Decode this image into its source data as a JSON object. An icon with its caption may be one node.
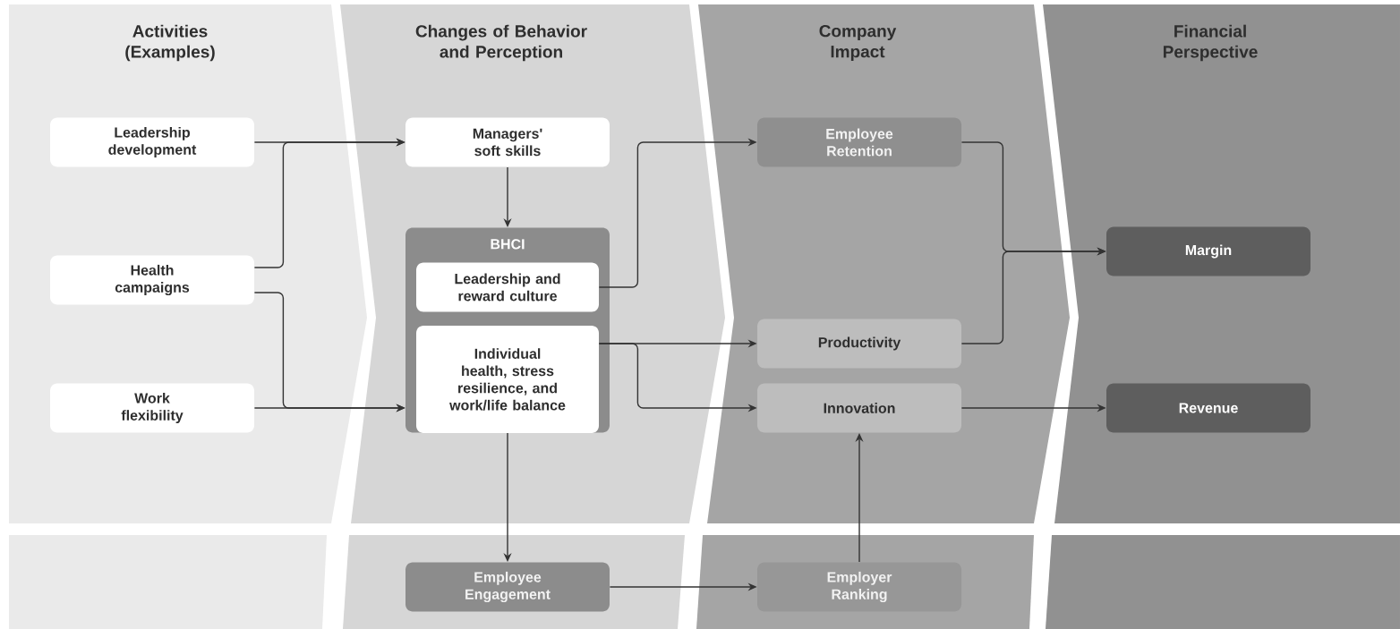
{
  "diagram": {
    "nodes": [
      {
        "text": [
          "Activities (Examples)"
        ]
      },
      {
        "text": [
          "Changes of Behavior and Perception"
        ]
      },
      {
        "text": [
          "Company Impact"
        ]
      },
      {
        "text": [
          "Financial Perspective"
        ]
      },
      {
        "text": [],
        "shape": "band"
      },
      {
        "text": [],
        "shape": "band"
      },
      {
        "text": [],
        "shape": "band"
      },
      {
        "text": [],
        "shape": "band"
      },
      {
        "text": [
          "Leadership development"
        ],
        "in": 0
      },
      {
        "text": [
          "Health campaigns"
        ],
        "in": 0
      },
      {
        "text": [
          "Work flexibility"
        ],
        "in": 0
      },
      {
        "text": [
          "Managers' soft skills"
        ],
        "in": 1
      },
      {
        "text": [
          "BHCI"
        ],
        "in": 1
      },
      {
        "text": [
          "Leadership and reward culture"
        ],
        "in": 12
      },
      {
        "text": [
          "Individual health, stress resilience, and work/life balance"
        ],
        "in": 12
      },
      {
        "text": [
          "Employee Retention"
        ],
        "in": 2
      },
      {
        "text": [
          "Productivity"
        ],
        "in": 2
      },
      {
        "text": [
          "Innovation"
        ],
        "in": 2
      },
      {
        "text": [
          "Margin"
        ],
        "in": 3
      },
      {
        "text": [
          "Revenue"
        ],
        "in": 3
      },
      {
        "text": [
          "Employee Engagement"
        ],
        "in": 5
      },
      {
        "text": [
          "Employer Ranking"
        ],
        "in": 6
      }
    ],
    "edges": [
      {
        "from": 8,
        "to": 11,
        "arrow": "to"
      },
      {
        "from": 9,
        "to": 11,
        "arrow": "to"
      },
      {
        "from": 9,
        "to": 12,
        "arrow": "to"
      },
      {
        "from": 10,
        "to": 12,
        "arrow": "to"
      },
      {
        "from": 11,
        "to": 12,
        "arrow": "to"
      },
      {
        "from": 13,
        "to": 15,
        "arrow": "to"
      },
      {
        "from": 14,
        "to": 16,
        "arrow": "to"
      },
      {
        "from": 14,
        "to": 17,
        "arrow": "to"
      },
      {
        "from": 15,
        "to": 18,
        "arrow": "to"
      },
      {
        "from": 16,
        "to": 18,
        "arrow": "to"
      },
      {
        "from": 17,
        "to": 19,
        "arrow": "to"
      },
      {
        "from": 12,
        "to": 20,
        "arrow": "to"
      },
      {
        "from": 20,
        "to": 21,
        "arrow": "to"
      },
      {
        "from": 21,
        "to": 17,
        "arrow": "to"
      }
    ]
  }
}
